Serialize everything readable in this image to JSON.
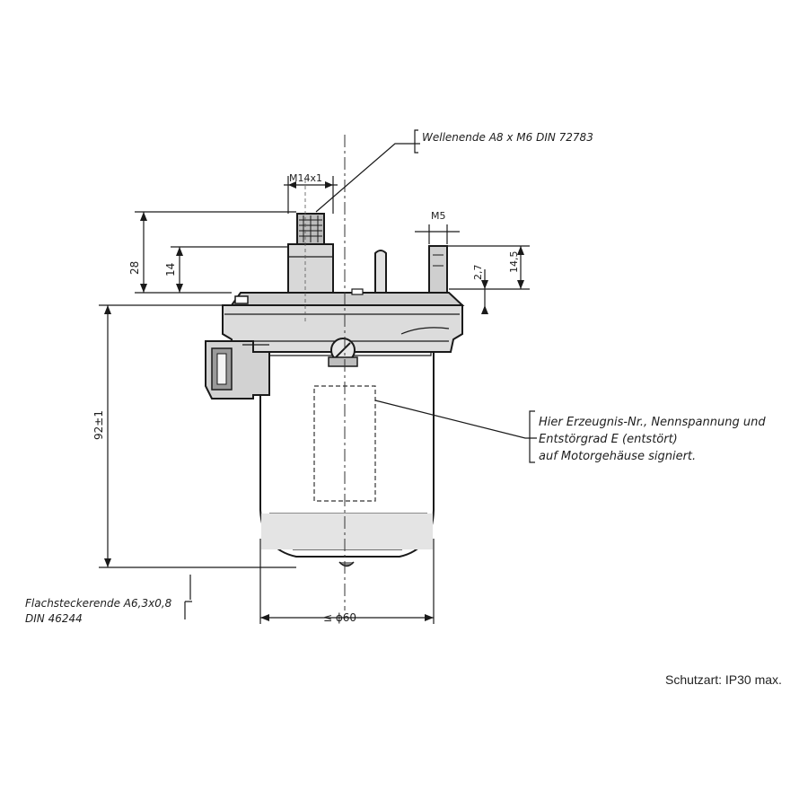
{
  "labels": {
    "shaft_end_line1": "Wellenende A8 x M6  DIN 72783",
    "thread_m14": "M14x1",
    "thread_m5": "M5",
    "dim_28": "28",
    "dim_14": "14",
    "dim_2_7": "2,7",
    "dim_14_5": "14,5",
    "dim_92": "92±1",
    "dim_diameter": "≤ ϕ60",
    "note_line1": "Hier Erzeugnis-Nr., Nennspannung und",
    "note_line2": "Entstörgrad E (entstört)",
    "note_line3": "auf Motorgehäuse signiert.",
    "connector_line1": "Flachsteckerende A6,3x0,8",
    "connector_line2": "DIN 46244",
    "protection": "Schutzart: IP30 max."
  }
}
